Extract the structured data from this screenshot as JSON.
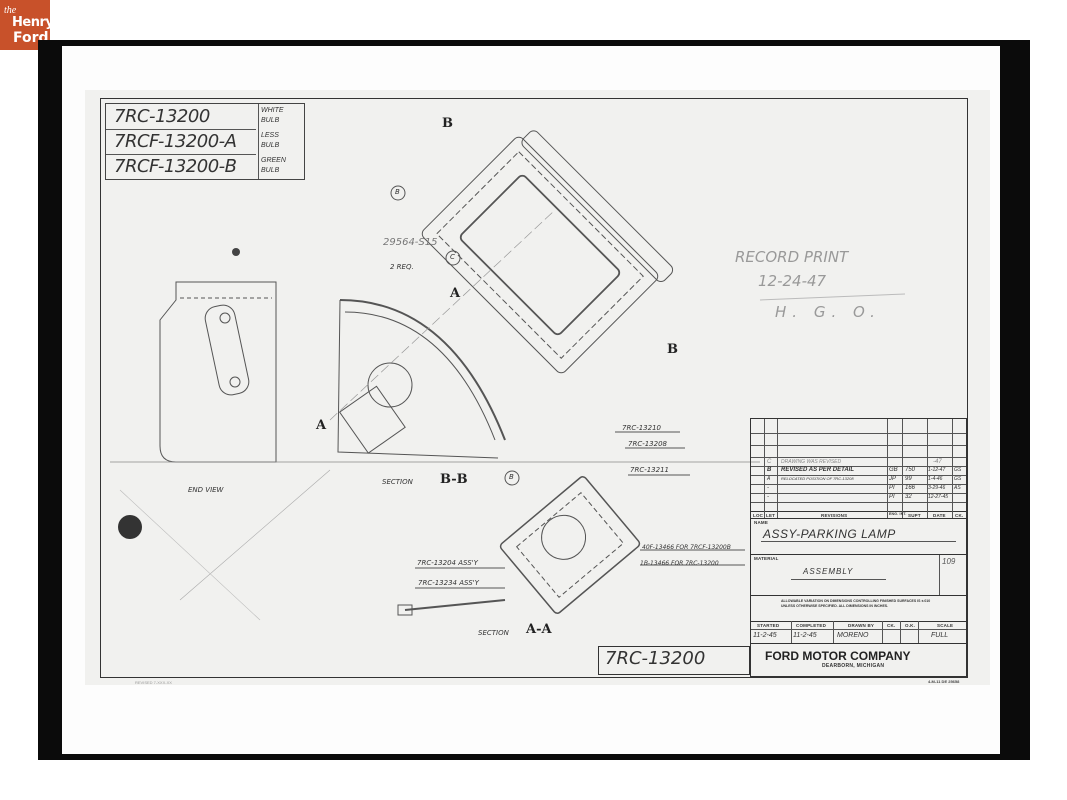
{
  "watermark": {
    "line1": "the",
    "line2": "Henry",
    "line3": "Ford",
    "color": "#c8512a"
  },
  "part_numbers": [
    {
      "number": "7RC-13200",
      "desc_line1": "WHITE",
      "desc_line2": "BULB"
    },
    {
      "number": "7RCF-13200-A",
      "desc_line1": "LESS",
      "desc_line2": "BULB"
    },
    {
      "number": "7RCF-13200-B",
      "desc_line1": "GREEN",
      "desc_line2": "BULB"
    }
  ],
  "record_print": {
    "line1": "RECORD PRINT",
    "line2": "12-24-47",
    "line3": "H. G. O."
  },
  "callouts": {
    "screw": "29564-S15",
    "req": "2 REQ.",
    "circle_c": "C",
    "circle_b1": "B",
    "circle_b2": "B",
    "p13210": "7RC-13210",
    "p13208": "7RC-13208",
    "p13211": "7RC-13211",
    "p13466a": "40F-13466 FOR 7RCF-13200B",
    "p13466b": "1B-13466 FOR 7RC-13200",
    "assy13204": "7RC-13204 ASS'Y",
    "assy13234": "7RC-13234 ASS'Y"
  },
  "labels": {
    "end_view": "END VIEW",
    "section_bb_prefix": "SECTION",
    "section_bb": "B-B",
    "section_aa_prefix": "SECTION",
    "section_aa": "A-A",
    "arrow_a": "A",
    "arrow_b": "B"
  },
  "title_block": {
    "revisions": [
      {
        "ltr": "C",
        "text": "DRAWING WAS REVISED",
        "chg": "",
        "supt": "",
        "date": "-47",
        "ck": ""
      },
      {
        "ltr": "B",
        "text": "REVISED AS PER DETAIL",
        "chg": "GB",
        "supt": "750",
        "date": "1-12-47",
        "ck": "GS"
      },
      {
        "ltr": "A",
        "text": "RELOCATED POSITION OF 7RC-13208",
        "chg": "JP",
        "supt": "99",
        "date": "1-4-46",
        "ck": "GS"
      },
      {
        "ltr": "-",
        "text": "",
        "chg": "PI",
        "supt": "166",
        "date": "3-29-46",
        "ck": "AS"
      },
      {
        "ltr": "-",
        "text": "",
        "chg": "PI",
        "supt": "32",
        "date": "12-27-45",
        "ck": ""
      }
    ],
    "rev_headers": {
      "loc": "LOC",
      "ltr": "LET",
      "revisions": "REVISIONS",
      "chg": "ENG. INT.",
      "supt": "SUPT",
      "date": "DATE",
      "ck": "CK."
    },
    "name_label": "NAME",
    "name": "ASSY-PARKING LAMP",
    "material_label": "MATERIAL",
    "material": "ASSEMBLY",
    "weight_box": "109",
    "tolerance_note": "ALLOWABLE VARIATION ON DIMENSIONS CONTROLLING FINISHED SURFACES IS ±.010 UNLESS OTHERWISE SPECIFIED. ALL DIMENSIONS IN INCHES.",
    "headers": {
      "started": "STARTED",
      "completed": "COMPLETED",
      "drawn_by": "DRAWN BY",
      "ck": "CK.",
      "ok": "O.K.",
      "scale": "SCALE"
    },
    "started": "11-2-45",
    "completed": "11-2-45",
    "drawn_by": "MORENO",
    "ck": "",
    "ok": "",
    "scale": "FULL",
    "company": "FORD MOTOR COMPANY",
    "location": "DEARBORN, MICHIGAN",
    "form_no": "4-M-11 DE 25658"
  },
  "drawing_number": "7RC-13200",
  "bottom_margin_note": "REVISED 7-XXX-XX"
}
